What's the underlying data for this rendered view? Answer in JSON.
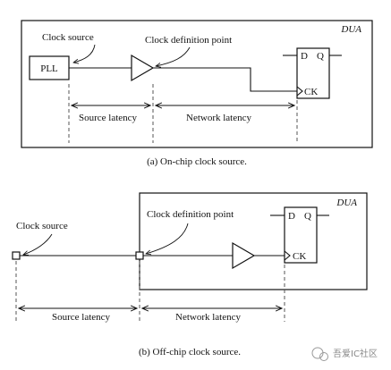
{
  "diagram_a": {
    "dua_label": "DUA",
    "pll_label": "PLL",
    "clock_source_label": "Clock source",
    "clock_def_label": "Clock definition point",
    "d_label": "D",
    "q_label": "Q",
    "ck_label": "CK",
    "source_latency_label": "Source latency",
    "network_latency_label": "Network latency",
    "caption": "(a) On-chip clock source."
  },
  "diagram_b": {
    "dua_label": "DUA",
    "clock_source_label": "Clock source",
    "clock_def_label": "Clock definition point",
    "d_label": "D",
    "q_label": "Q",
    "ck_label": "CK",
    "source_latency_label": "Source latency",
    "network_latency_label": "Network latency",
    "caption": "(b) Off-chip clock source."
  },
  "watermark": {
    "text": "吾爱IC社区"
  }
}
